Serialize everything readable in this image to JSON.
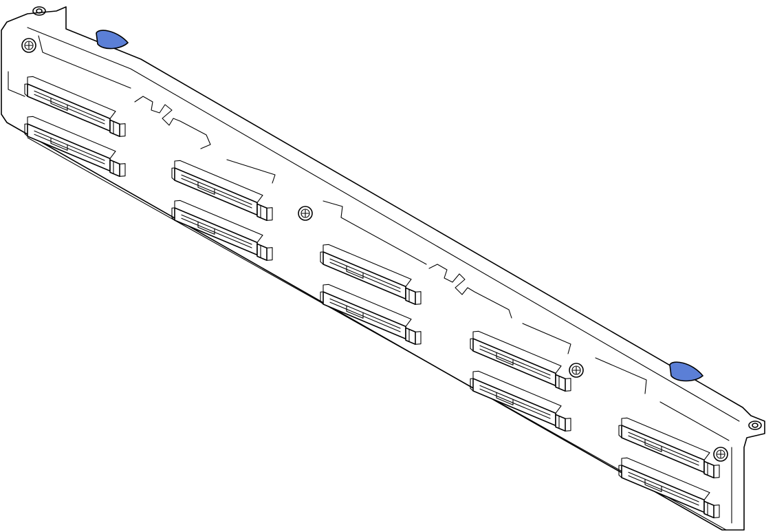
{
  "figure": {
    "subject": "drive backplane",
    "connector_count": 10,
    "connector_columns": 5,
    "connectors_per_column": 2,
    "release_tab_count": 2,
    "mounting_screw_count": 4,
    "colors": {
      "line": "#000000",
      "background": "#ffffff",
      "release_tab": "#5b7fd6"
    },
    "icons": [
      "release-tab-icon",
      "mounting-screw-icon",
      "connector-icon"
    ]
  }
}
